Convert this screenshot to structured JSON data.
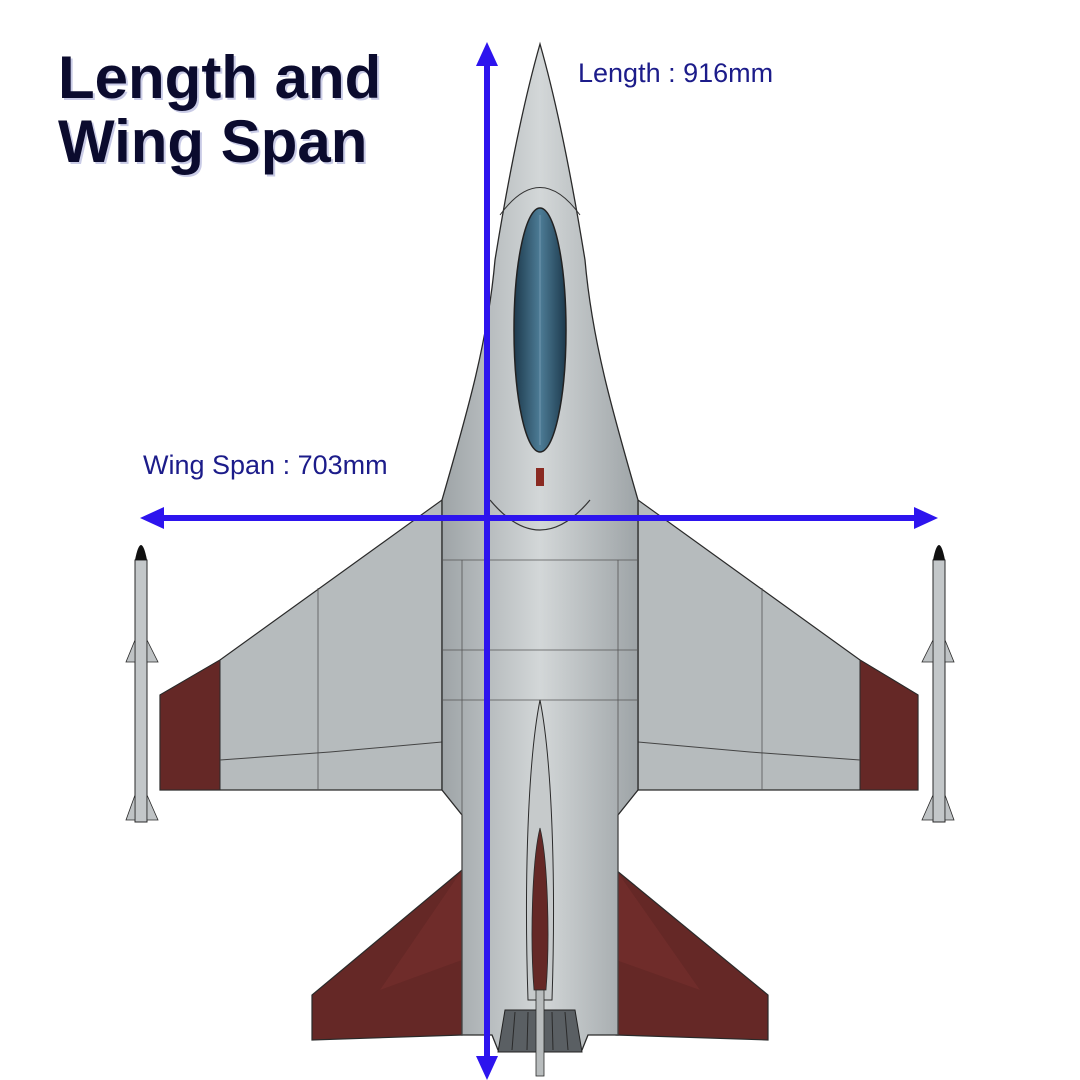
{
  "title": {
    "line1": "Length and",
    "line2": "Wing Span"
  },
  "dimensions": {
    "length_label": "Length : 916mm",
    "wingspan_label": "Wing Span : 703mm"
  },
  "colors": {
    "dimension_arrow": "#2d14ee",
    "airframe": "#b9bec0",
    "accent_panels": "#6a2a2a",
    "canopy": "#2c4d63",
    "outline": "#2a2a2a"
  },
  "icons": [
    "aircraft-top-view-illustration",
    "double-arrow-icon"
  ]
}
